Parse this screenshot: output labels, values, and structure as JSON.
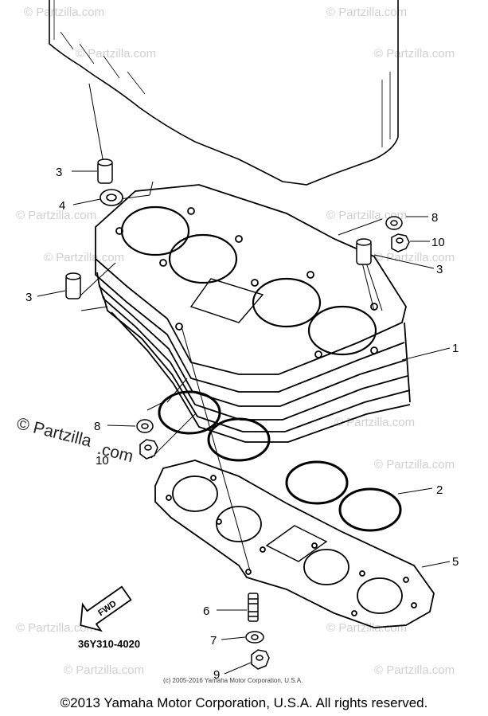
{
  "watermarks": {
    "light": "© Partzilla.com",
    "dark_main": "© Partzilla",
    "dark_tail": ".com"
  },
  "callouts": {
    "c1": "1",
    "c2": "2",
    "c3a": "3",
    "c3b": "3",
    "c3c": "3",
    "c4": "4",
    "c5": "5",
    "c6": "6",
    "c7": "7",
    "c8a": "8",
    "c8b": "8",
    "c9": "9",
    "c10a": "10",
    "c10b": "10"
  },
  "direction_label": "FWD",
  "part_number": "36Y310-4020",
  "small_copyright": "(c) 2005-2016 Yamaha Motor Corporation, U.S.A.",
  "footer": "©2013 Yamaha Motor Corporation, U.S.A. All rights reserved.",
  "colors": {
    "ink": "#000000",
    "watermark": "#d0d0d0",
    "background": "#ffffff"
  }
}
